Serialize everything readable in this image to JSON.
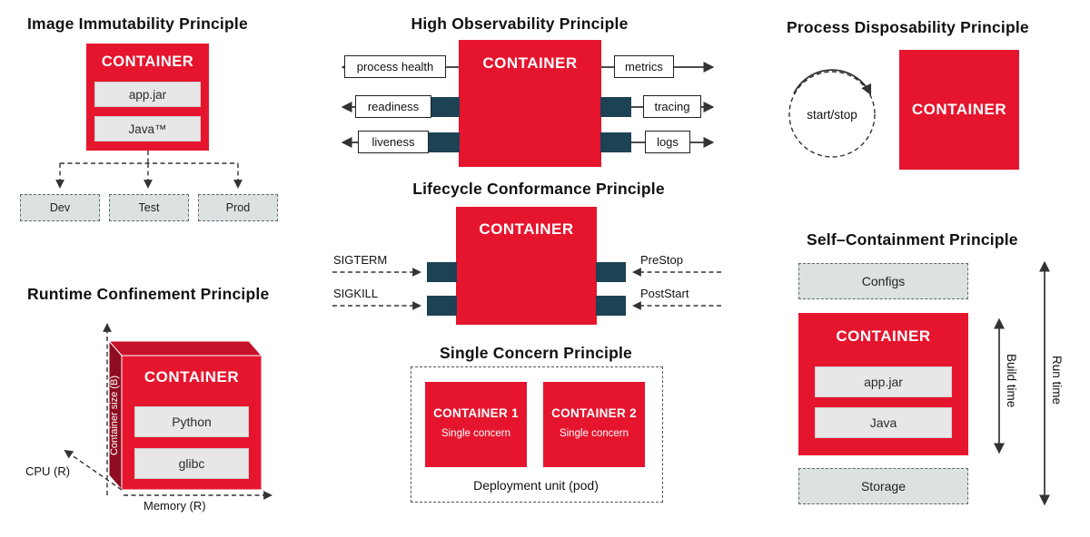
{
  "colors": {
    "red": "#e6152e",
    "red_top": "#c6112a",
    "red_side": "#8f0d20",
    "teal": "#1c4254",
    "line": "#333333",
    "layer_bg": "#e7e7e7",
    "env_bg": "#dce1e1",
    "text": "#111111"
  },
  "panels": {
    "image_immutability": {
      "title": "Image Immutability Principle",
      "container_label": "CONTAINER",
      "layers": [
        "app.jar",
        "Java™"
      ],
      "environments": [
        "Dev",
        "Test",
        "Prod"
      ]
    },
    "high_observability": {
      "title": "High Observability Principle",
      "container_label": "CONTAINER",
      "left_signals": [
        "process health",
        "readiness",
        "liveness"
      ],
      "right_signals": [
        "metrics",
        "tracing",
        "logs"
      ]
    },
    "process_disposability": {
      "title": "Process Disposability Principle",
      "cycle_label": "start/stop",
      "container_label": "CONTAINER"
    },
    "lifecycle_conformance": {
      "title": "Lifecycle Conformance Principle",
      "container_label": "CONTAINER",
      "incoming_signals": [
        "SIGTERM",
        "SIGKILL"
      ],
      "hooks": [
        "PreStop",
        "PostStart"
      ]
    },
    "runtime_confinement": {
      "title": "Runtime Confinement Principle",
      "container_label": "CONTAINER",
      "layers": [
        "Python",
        "glibc"
      ],
      "axis_size": "Container size (B)",
      "axis_memory": "Memory (R)",
      "axis_cpu": "CPU (R)"
    },
    "single_concern": {
      "title": "Single Concern Principle",
      "containers": [
        {
          "label": "CONTAINER 1",
          "concern": "Single concern"
        },
        {
          "label": "CONTAINER 2",
          "concern": "Single concern"
        }
      ],
      "pod_label": "Deployment unit (pod)"
    },
    "self_containment": {
      "title": "Self–Containment Principle",
      "configs_label": "Configs",
      "container_label": "CONTAINER",
      "layers": [
        "app.jar",
        "Java"
      ],
      "storage_label": "Storage",
      "build_time_label": "Build time",
      "run_time_label": "Run time"
    }
  }
}
